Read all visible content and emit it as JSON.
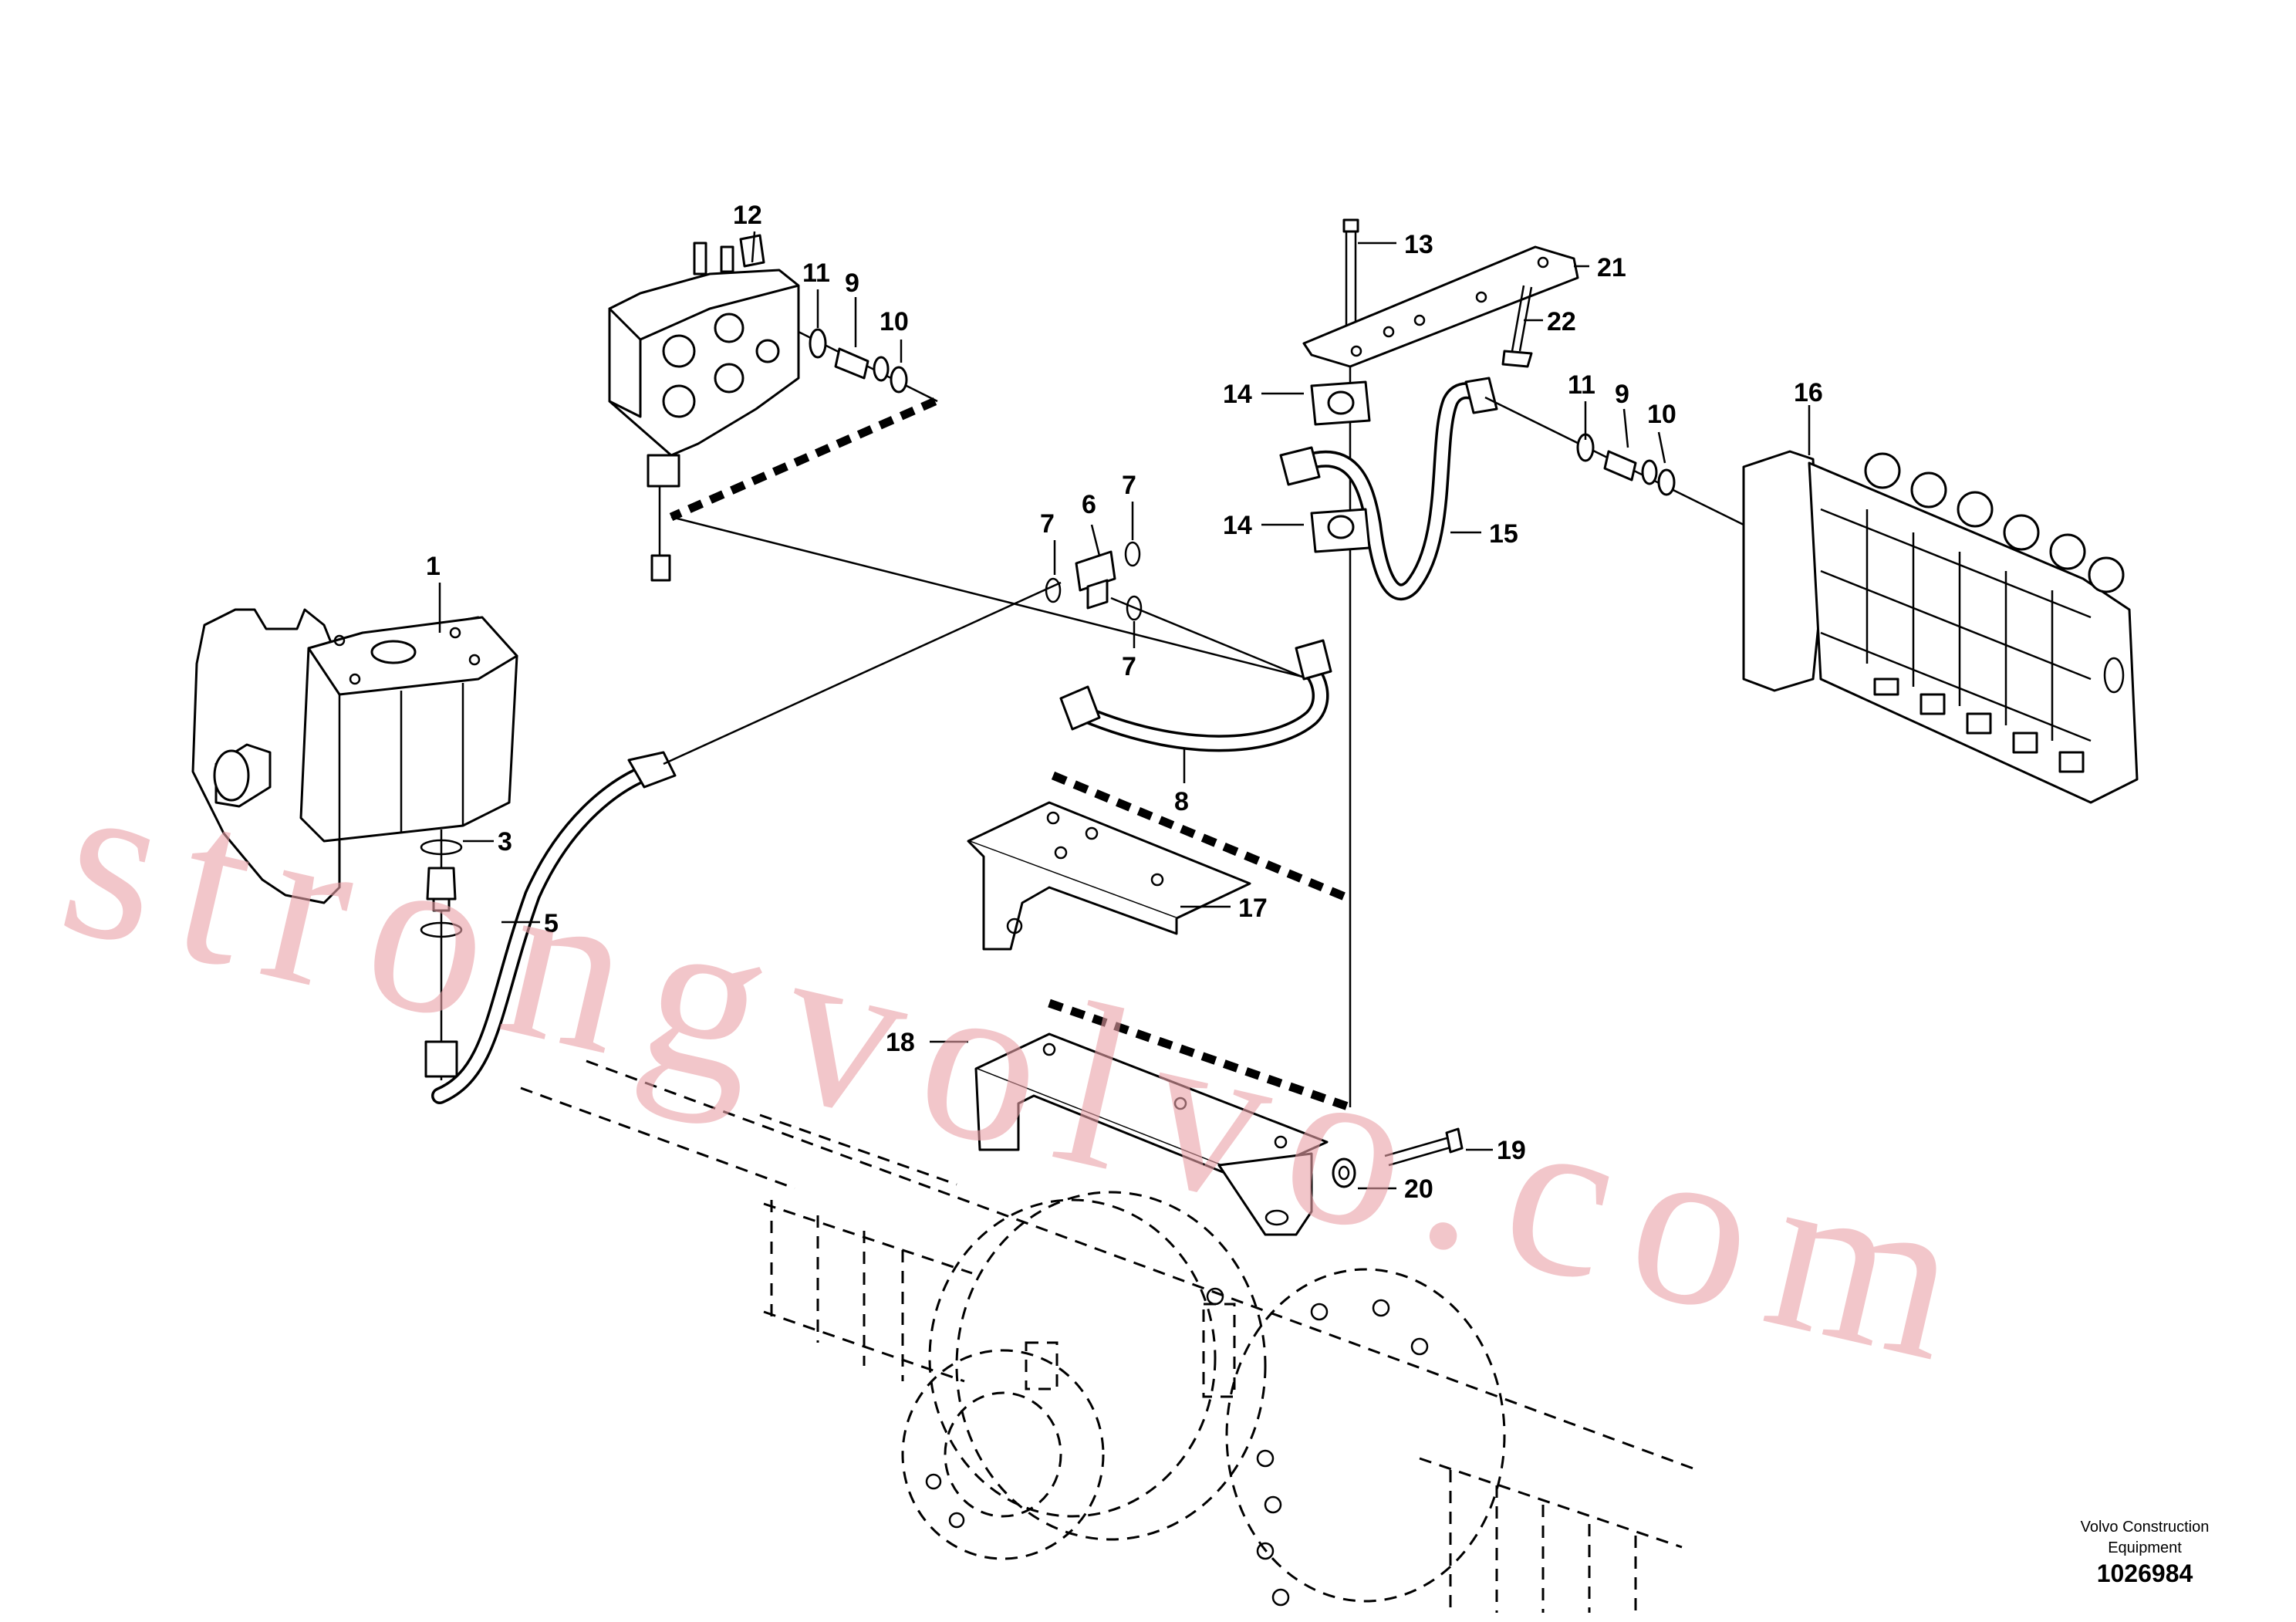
{
  "callouts": [
    "1",
    "3",
    "5",
    "6",
    "7",
    "7",
    "7",
    "8",
    "9",
    "10",
    "11",
    "12",
    "13",
    "14",
    "14",
    "15",
    "16",
    "17",
    "18",
    "19",
    "20",
    "21",
    "22",
    "9",
    "10",
    "11"
  ],
  "watermark": "strongvolvo.com",
  "footer": {
    "company_line1": "Volvo Construction",
    "company_line2": "Equipment",
    "doc_number": "1026984"
  }
}
